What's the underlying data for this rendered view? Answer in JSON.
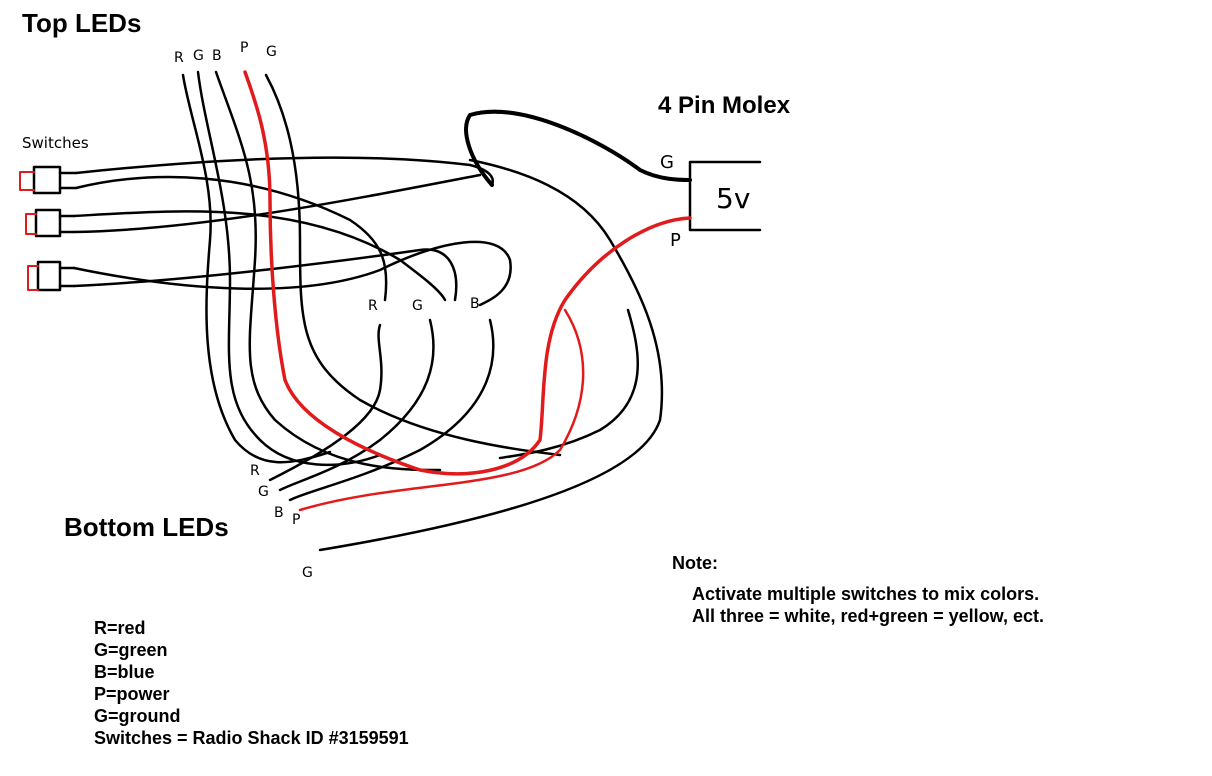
{
  "titles": {
    "top_leds": "Top LEDs",
    "bottom_leds": "Bottom LEDs",
    "molex": "4 Pin Molex"
  },
  "molex_voltage": "5v",
  "switches_label": "Switches",
  "top_pin_labels": [
    "R",
    "G",
    "B",
    "P",
    "G"
  ],
  "middle_labels": [
    "R",
    "G",
    "B"
  ],
  "bottom_pin_labels": [
    "R",
    "G",
    "B",
    "P",
    "G"
  ],
  "molex_pin_labels": [
    "G",
    "P"
  ],
  "note": {
    "heading": "Note:",
    "body": "Activate multiple switches to mix colors.  All three = white, red+green = yellow, ect."
  },
  "legend": [
    "R=red",
    "G=green",
    "B=blue",
    "P=power",
    "G=ground",
    "Switches = Radio Shack ID #3159591"
  ],
  "colors": {
    "wire": "#000000",
    "power_wire": "#e11b1b",
    "switch_outline": "#e11b1b"
  }
}
